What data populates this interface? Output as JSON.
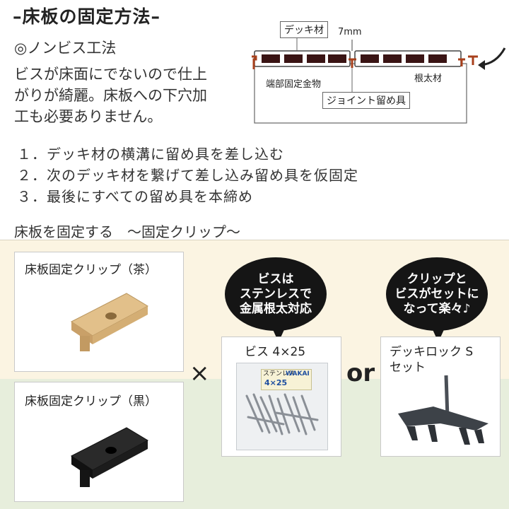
{
  "header": {
    "title": "–床板の固定方法–",
    "subtitle": "◎ノンビス工法",
    "description_lines": [
      "ビスが床面にでないので仕上",
      "がりが綺麗。床板への下穴加",
      "工も必要ありません。"
    ]
  },
  "diagram": {
    "deck_label": "デッキ材",
    "gap_label": "7mm",
    "end_fitting_label": "端部固定金物",
    "joist_label": "根太材",
    "joint_label": "ジョイント留め具"
  },
  "steps": [
    "１．デッキ材の横溝に留め具を差し込む",
    "２．次のデッキ材を繋げて差し込み留め具を仮固定",
    "３．最後にすべての留め具を本締め"
  ],
  "section": {
    "title": "床板を固定する　～固定クリップ～"
  },
  "products": {
    "clip_brown_label": "床板固定クリップ（茶）",
    "clip_black_label": "床板固定クリップ（黒）",
    "times_symbol": "×",
    "or_label": "or",
    "screw_label": "ビス 4×25",
    "decklock_label_line1": "デッキロック S",
    "decklock_label_line2": "セット",
    "package": {
      "line1": "ステンレス",
      "line2": "4×25",
      "brand": "WAKAI"
    }
  },
  "bubbles": {
    "left": [
      "ビスは",
      "ステンレスで",
      "金属根太対応"
    ],
    "right": [
      "クリップと",
      "ビスがセットに",
      "なって楽々♪"
    ]
  },
  "colors": {
    "brown_clip": "#e2c08a",
    "black_clip": "#1c1c1c",
    "band_top": "#fbf4e2",
    "band_bottom": "#e7eedc"
  }
}
